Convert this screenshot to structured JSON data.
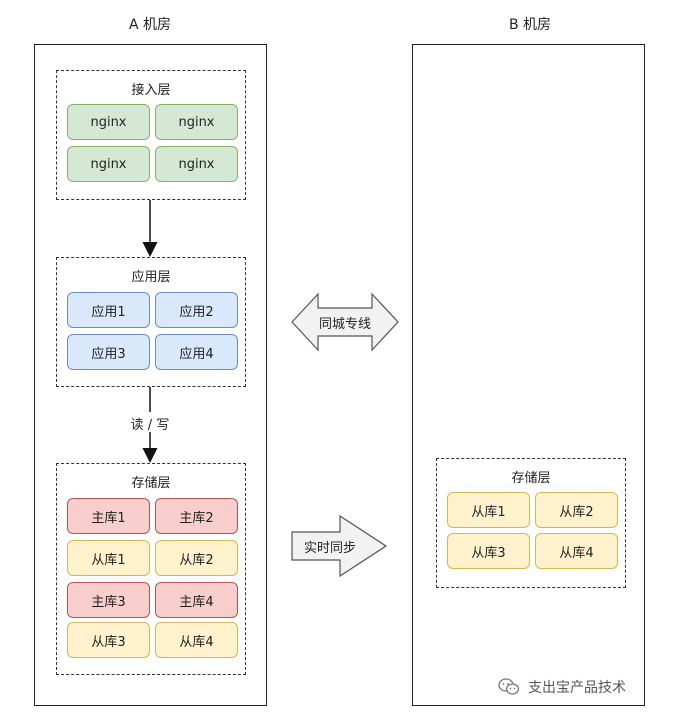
{
  "room_a": {
    "title": "A 机房",
    "access_layer": {
      "title": "接入层",
      "items": [
        "nginx",
        "nginx",
        "nginx",
        "nginx"
      ]
    },
    "app_layer": {
      "title": "应用层",
      "items": [
        "应用1",
        "应用2",
        "应用3",
        "应用4"
      ]
    },
    "rw_label": "读 / 写",
    "storage_layer": {
      "title": "存储层",
      "items": [
        "主库1",
        "主库2",
        "从库1",
        "从库2",
        "主库3",
        "主库4",
        "从库3",
        "从库4"
      ]
    }
  },
  "room_b": {
    "title": "B 机房",
    "storage_layer": {
      "title": "存储层",
      "items": [
        "从库1",
        "从库2",
        "从库3",
        "从库4"
      ]
    }
  },
  "links": {
    "dedicated_line": "同城专线",
    "realtime_sync": "实时同步"
  },
  "watermark": {
    "text": "支出宝产品技术",
    "icon": "wechat-icon"
  },
  "colors": {
    "access": "#d5e8d4",
    "app": "#dae8fc",
    "master": "#f8cecc",
    "slave": "#fff2cc"
  }
}
